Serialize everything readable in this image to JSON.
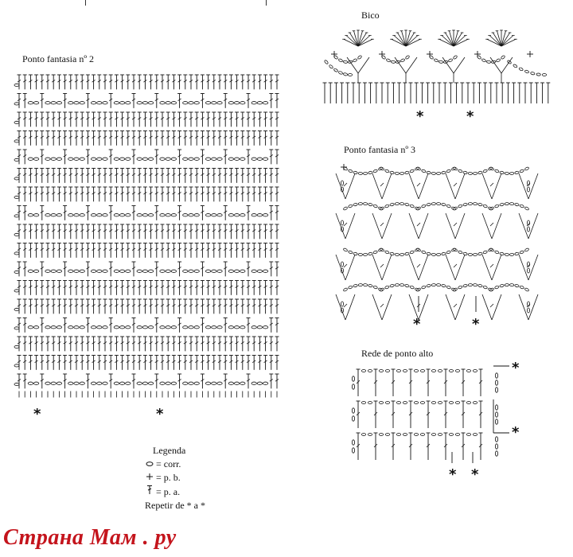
{
  "titles": {
    "bico": "Bico",
    "ponto2": "Ponto fantasia nº 2",
    "ponto3": "Ponto fantasia nº 3",
    "rede": "Rede de ponto alto"
  },
  "repeat_mark": "*",
  "legend": {
    "title": "Legenda",
    "items": [
      {
        "icon": "chain-stitch-icon",
        "text": "= corr."
      },
      {
        "icon": "single-crochet-icon",
        "text": "= p. b."
      },
      {
        "icon": "double-crochet-icon",
        "text": "= p. a."
      }
    ],
    "repeat_text": "Repetir de * a *"
  },
  "watermark": "Страна Мам . ру",
  "colors": {
    "ink": "#111111",
    "watermark": "#c4141c"
  }
}
